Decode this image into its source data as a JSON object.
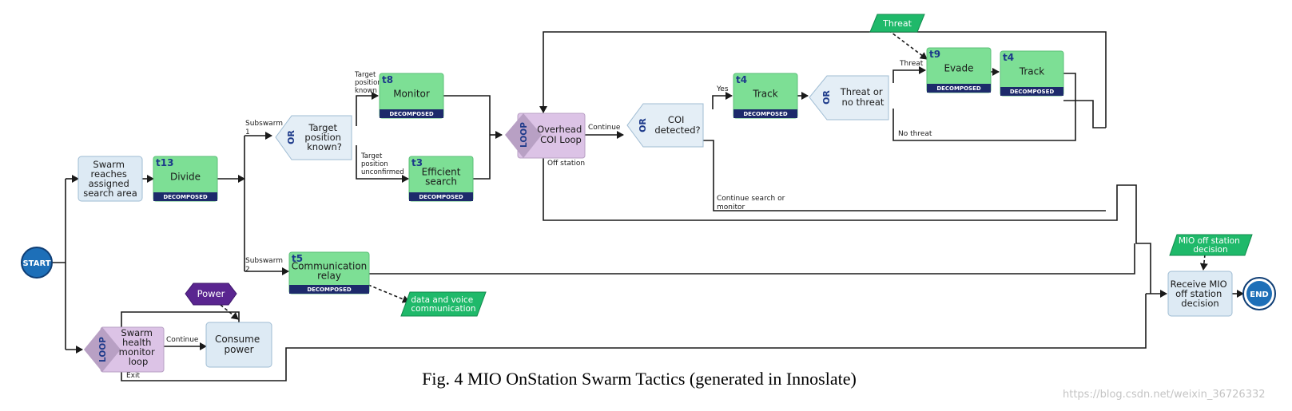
{
  "caption": "Fig. 4 MIO OnStation Swarm Tactics (generated in Innoslate)",
  "watermark": "https://blog.csdn.net/weixin_36726332",
  "colors": {
    "action_green": "#7ddf95",
    "decomposed_band": "#1d2a6b",
    "id_blue": "#1d3a8a",
    "start_end_blue": "#1d6fb8",
    "loop_purple": "#dcc3e6",
    "loop_dark": "#b8a0c4",
    "or_gray": "#e4eef6",
    "plain_box": "#ddeaf4",
    "resource_purple": "#5a2590",
    "io_green": "#1fb96a"
  },
  "terminals": {
    "start": "START",
    "end": "END"
  },
  "actions": {
    "swarm_reaches": "Swarm reaches assigned search area",
    "receive_mio": "Receive MIO off station decision",
    "consume_power": "Consume power",
    "divide": {
      "id": "t13",
      "label": "Divide",
      "badge": "DECOMPOSED"
    },
    "monitor": {
      "id": "t8",
      "label": "Monitor",
      "badge": "DECOMPOSED"
    },
    "efficient_search": {
      "id": "t3",
      "label": "Efficient search",
      "badge": "DECOMPOSED"
    },
    "communication_relay": {
      "id": "t5",
      "label": "Communication relay",
      "badge": "DECOMPOSED"
    },
    "track_1": {
      "id": "t4",
      "label": "Track",
      "badge": "DECOMPOSED"
    },
    "evade": {
      "id": "t9",
      "label": "Evade",
      "badge": "DECOMPOSED"
    },
    "track_2": {
      "id": "t4",
      "label": "Track",
      "badge": "DECOMPOSED"
    }
  },
  "or_nodes": {
    "tag": "OR",
    "target_position": "Target position known?",
    "coi_detected": "COI detected?",
    "threat_or_no": "Threat or no threat"
  },
  "loop_nodes": {
    "tag": "LOOP",
    "overhead": "Overhead COI Loop",
    "swarm_health": "Swarm health monitor loop"
  },
  "resources": {
    "power": "Power"
  },
  "io": {
    "threat": "Threat",
    "mio_off_station": "MIO off station decision",
    "data_voice": "data and voice communication"
  },
  "edge_labels": {
    "subswarm1": "Subswarm 1",
    "subswarm2": "Subswarm 2",
    "target_known": "Target position known",
    "target_unconfirmed": "Target position unconfirmed",
    "continue": "Continue",
    "off_station": "Off station",
    "yes": "Yes",
    "threat": "Threat",
    "no_threat": "No threat",
    "continue_search": "Continue search or monitor",
    "continue_loop": "Continue",
    "exit": "Exit"
  }
}
